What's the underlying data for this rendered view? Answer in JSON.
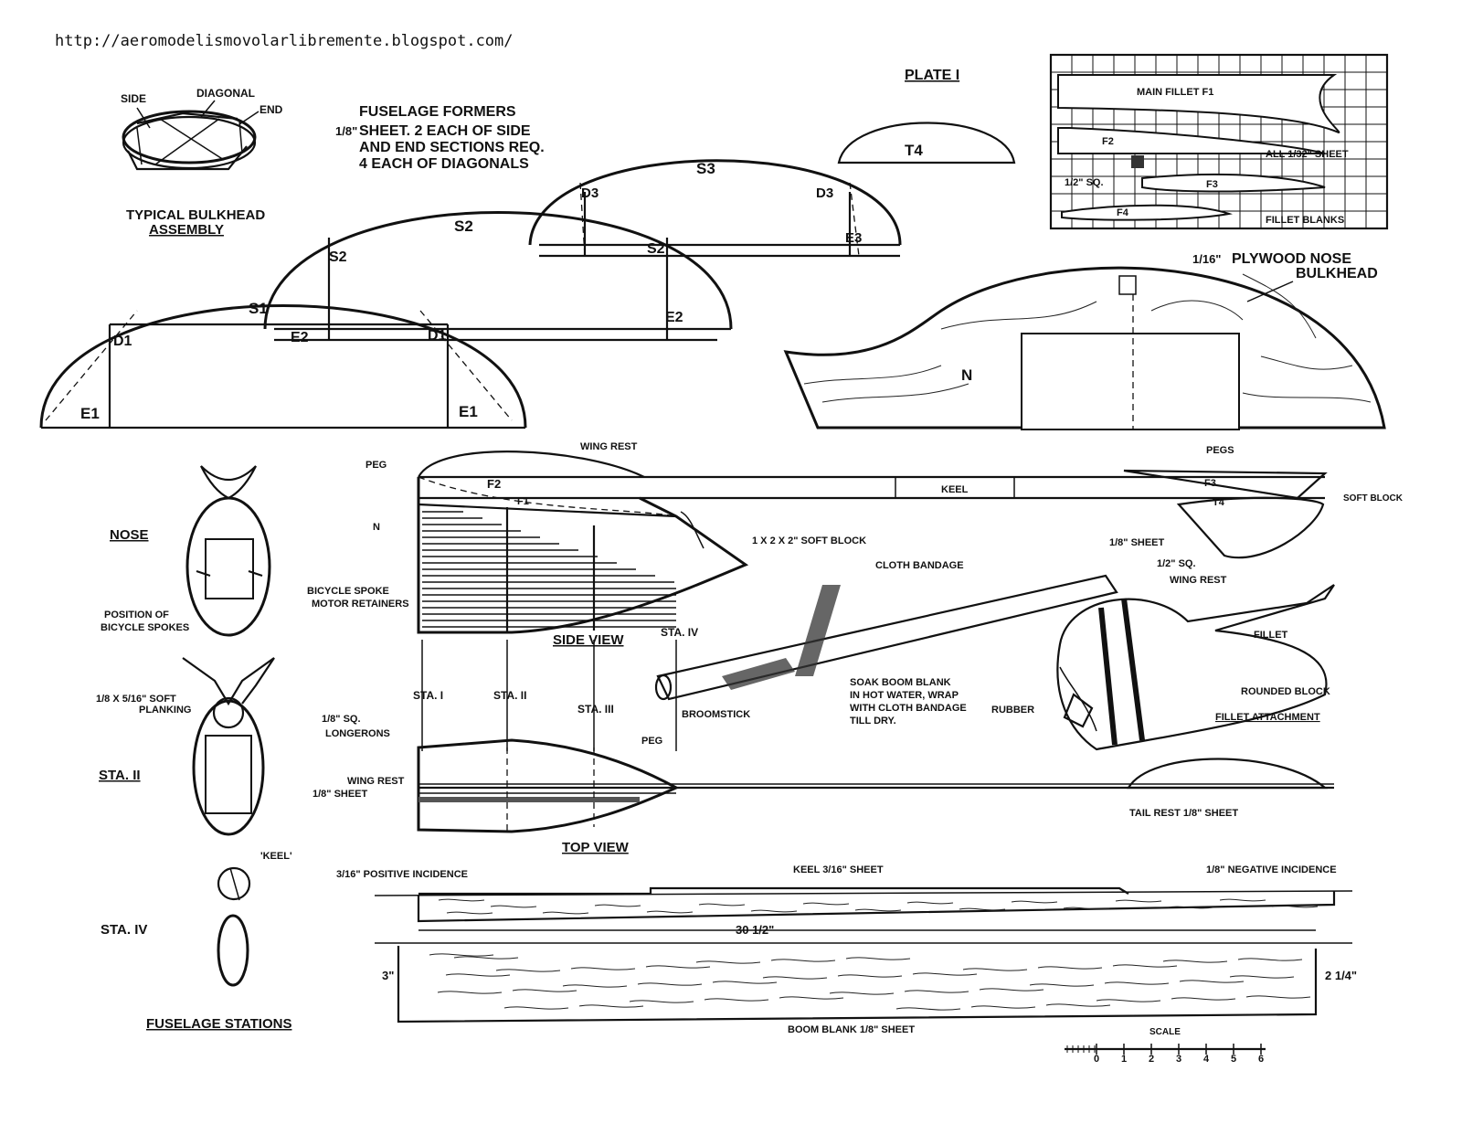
{
  "url": "http://aeromodelismovolarlibremente.blogspot.com/",
  "plate": "PLATE I",
  "bulkhead": {
    "side": "SIDE",
    "diagonal": "DIAGONAL",
    "end": "END",
    "caption1": "TYPICAL BULKHEAD",
    "caption2": "ASSEMBLY"
  },
  "formers": {
    "title": "FUSELAGE FORMERS",
    "frac": "1/8\"",
    "line1": "SHEET. 2 EACH OF SIDE",
    "line2": "AND END SECTIONS REQ.",
    "line3": "4 EACH OF DIAGONALS",
    "parts": {
      "s1": "S1",
      "s2": "S2",
      "s2b": "S2",
      "s2c": "S2",
      "s3": "S3",
      "d1": "D1",
      "d1b": "D1",
      "d3": "D3",
      "d3b": "D3",
      "e1": "E1",
      "e1b": "E1",
      "e2": "E2",
      "e2b": "E2",
      "e3": "E3",
      "t4": "T4"
    }
  },
  "fillet": {
    "main": "MAIN FILLET F1",
    "f2": "F2",
    "f3": "F3",
    "f4": "F4",
    "all_sheet": "ALL 1/32\" SHEET",
    "sq": "1/2\" SQ.",
    "blanks": "FILLET BLANKS"
  },
  "nose_bulkhead": {
    "frac": "1/16\"",
    "line1": "PLYWOOD NOSE",
    "line2": "BULKHEAD",
    "n": "N"
  },
  "side_view": {
    "caption": "SIDE VIEW",
    "peg": "PEG",
    "wing_rest": "WING REST",
    "f2": "F2",
    "f1": "F1",
    "n": "N",
    "keel": "KEEL",
    "pegs": "PEGS",
    "f3": "F3",
    "t4": "T4",
    "soft_block": "SOFT BLOCK",
    "block": "1 X 2 X 2\" SOFT BLOCK",
    "spoke1": "BICYCLE SPOKE",
    "spoke2": "MOTOR RETAINERS",
    "sheet": "1/8\" SHEET",
    "sq": "1/2\" SQ.",
    "sta1": "STA. I",
    "sta2": "STA. II",
    "sta3": "STA. III",
    "sta4": "STA. IV",
    "longerons1": "1/8\" SQ.",
    "longerons2": "LONGERONS"
  },
  "boom": {
    "cloth": "CLOTH BANDAGE",
    "soak1": "SOAK BOOM BLANK",
    "soak2": "IN HOT WATER, WRAP",
    "soak3": "WITH CLOTH BANDAGE",
    "soak4": "TILL DRY.",
    "broomstick": "BROOMSTICK"
  },
  "attachment": {
    "wing_rest": "WING REST",
    "fillet": "FILLET",
    "rounded": "ROUNDED BLOCK",
    "rubber": "RUBBER",
    "caption": "FILLET ATTACHMENT"
  },
  "stations": {
    "nose": "NOSE",
    "spokes1": "POSITION OF",
    "spokes2": "BICYCLE SPOKES",
    "planking1": "1/8 X 5/16\" SOFT",
    "planking2": "PLANKING",
    "sta2": "STA. II",
    "keel": "'KEEL'",
    "sta4": "STA. IV",
    "caption": "FUSELAGE STATIONS"
  },
  "top_view": {
    "caption": "TOP VIEW",
    "peg": "PEG",
    "wing_rest1": "WING REST",
    "wing_rest2": "1/8\" SHEET",
    "tail_rest": "TAIL REST 1/8\" SHEET"
  },
  "boom_blank": {
    "positive": "3/16\" POSITIVE INCIDENCE",
    "negative": "1/8\" NEGATIVE INCIDENCE",
    "keel": "KEEL 3/16\" SHEET",
    "length": "30 1/2\"",
    "height_left": "3\"",
    "height_right": "2 1/4\"",
    "caption": "BOOM BLANK 1/8\" SHEET"
  },
  "scale": {
    "label": "SCALE",
    "ticks": [
      "0",
      "1",
      "2",
      "3",
      "4",
      "5",
      "6"
    ]
  }
}
